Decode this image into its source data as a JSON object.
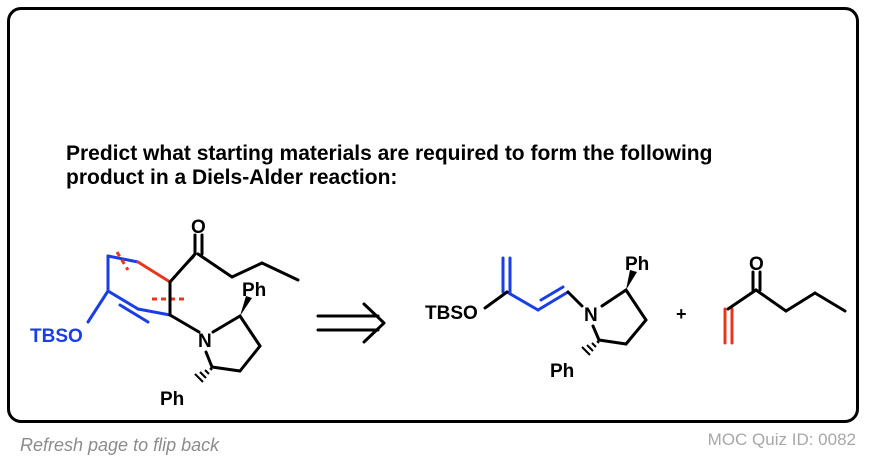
{
  "question": {
    "line1": "Predict what starting materials are required to form the following",
    "line2": "product in a Diels-Alder reaction:"
  },
  "product": {
    "carbonyl_o": "O",
    "siloxy": "TBSO",
    "amine_n": "N",
    "phenyl_top": "Ph",
    "phenyl_bottom": "Ph"
  },
  "diene": {
    "siloxy": "TBSO",
    "amine_n": "N",
    "phenyl_top": "Ph",
    "phenyl_bottom": "Ph"
  },
  "dienophile": {
    "carbonyl_o": "O"
  },
  "plus": "+",
  "footer": {
    "refresh": "Refresh page to flip back",
    "quiz_id": "MOC Quiz ID: 0082"
  },
  "colors": {
    "diene_blue": "#1a3ee6",
    "dienophile_red": "#e8351e",
    "bond_black": "#000000",
    "footer_gray": "#8c8c8c"
  }
}
